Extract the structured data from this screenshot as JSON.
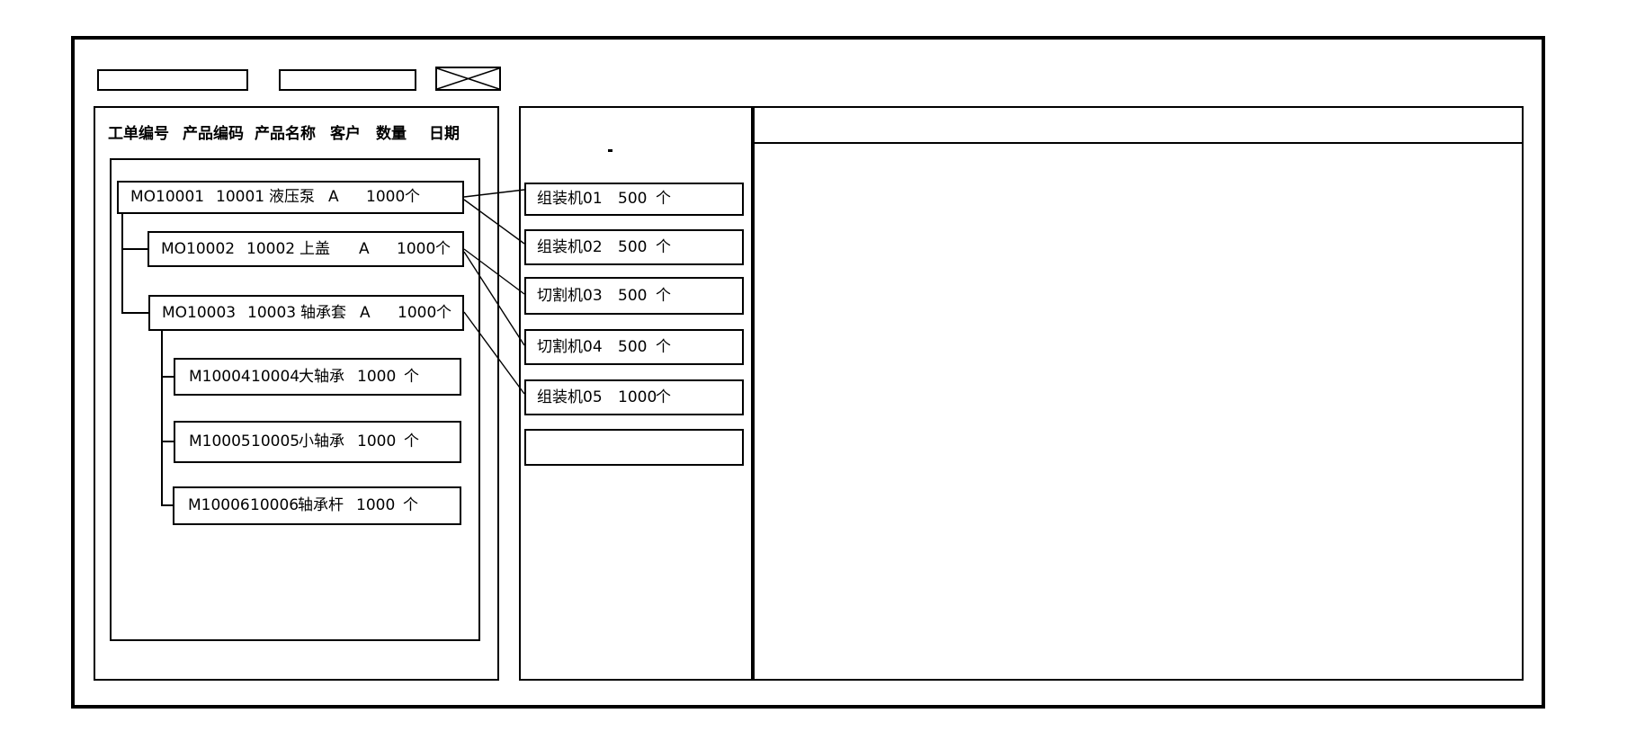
{
  "colors": {
    "line": "#000000",
    "background": "#ffffff"
  },
  "icons": {
    "x_box": "crossed-rectangle-placeholder"
  },
  "toolbar": {
    "field1_value": "",
    "field2_value": ""
  },
  "left_panel": {
    "headers": [
      "工单编号",
      "产品编码",
      "产品名称",
      "客户",
      "数量",
      "日期"
    ],
    "orders": [
      {
        "order_no": "MO10001",
        "product_code": "10001",
        "product_name": "液压泵",
        "customer": "A",
        "qty": "1000",
        "unit": "个"
      },
      {
        "order_no": "MO10002",
        "product_code": "10002",
        "product_name": "上盖",
        "customer": "A",
        "qty": "1000",
        "unit": "个"
      },
      {
        "order_no": "MO10003",
        "product_code": "10003",
        "product_name": "轴承套",
        "customer": "A",
        "qty": "1000",
        "unit": "个"
      },
      {
        "order_no": "M10004",
        "product_code": "10004",
        "product_name": "大轴承",
        "qty": "1000",
        "unit": "个"
      },
      {
        "order_no": "M10005",
        "product_code": "10005",
        "product_name": "小轴承",
        "qty": "1000",
        "unit": "个"
      },
      {
        "order_no": "M10006",
        "product_code": "10006",
        "product_name": "轴承杆",
        "qty": "1000",
        "unit": "个"
      }
    ]
  },
  "machine_panel": {
    "machines": [
      {
        "name": "组装机01",
        "qty": "500",
        "unit": "个"
      },
      {
        "name": "组装机02",
        "qty": "500",
        "unit": "个"
      },
      {
        "name": "切割机03",
        "qty": "500",
        "unit": "个"
      },
      {
        "name": "切割机04",
        "qty": "500",
        "unit": "个"
      },
      {
        "name": "组装机05",
        "qty": "1000",
        "unit": "个"
      },
      {
        "name": "",
        "qty": "",
        "unit": ""
      }
    ]
  },
  "right_panel": {
    "content": ""
  }
}
